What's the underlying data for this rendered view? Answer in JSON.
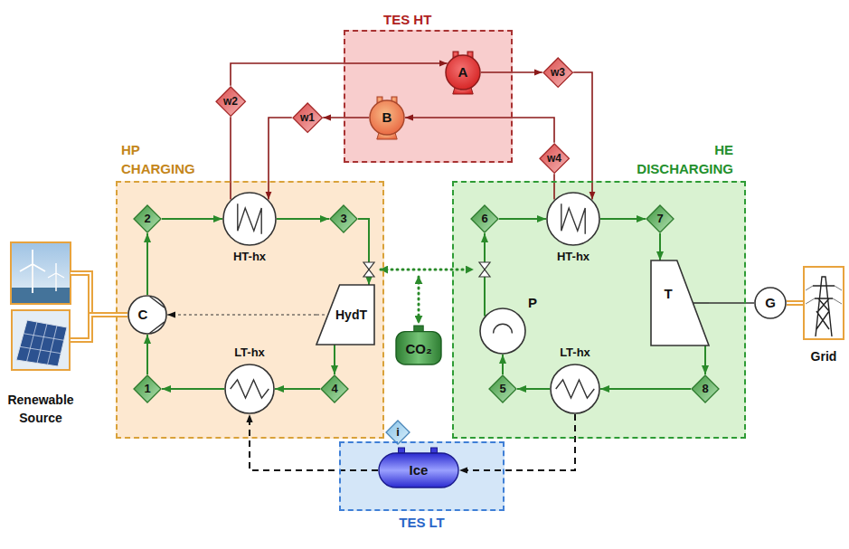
{
  "diagram": {
    "nodes": [
      {
        "text": [
          "TES HT"
        ]
      },
      {
        "text": [
          "A"
        ],
        "in": 0
      },
      {
        "text": [
          "B"
        ],
        "in": 0
      },
      {
        "text": [
          "w2"
        ]
      },
      {
        "text": [
          "w1"
        ]
      },
      {
        "text": [
          "w3"
        ]
      },
      {
        "text": [
          "w4"
        ]
      },
      {
        "text": [
          "HP CHARGING"
        ]
      },
      {
        "text": [
          "2"
        ],
        "in": 7
      },
      {
        "text": [
          "HT-hx"
        ],
        "in": 7
      },
      {
        "text": [
          "3"
        ],
        "in": 7
      },
      {
        "text": [
          "C"
        ],
        "in": 7
      },
      {
        "text": [
          "HydT"
        ],
        "in": 7
      },
      {
        "text": [
          "1"
        ],
        "in": 7
      },
      {
        "text": [
          "LT-hx"
        ],
        "in": 7
      },
      {
        "text": [
          "4"
        ],
        "in": 7
      },
      {
        "text": [
          "CO₂"
        ]
      },
      {
        "text": [
          "HE DISCHARGING"
        ]
      },
      {
        "text": [
          "6"
        ],
        "in": 17
      },
      {
        "text": [
          "HT-hx"
        ],
        "in": 17
      },
      {
        "text": [
          "7"
        ],
        "in": 17
      },
      {
        "text": [
          "P"
        ],
        "in": 17
      },
      {
        "text": [
          "T"
        ],
        "in": 17
      },
      {
        "text": [
          "5"
        ],
        "in": 17
      },
      {
        "text": [
          "LT-hx"
        ],
        "in": 17
      },
      {
        "text": [
          "8"
        ],
        "in": 17
      },
      {
        "text": [
          "Renewable Source"
        ]
      },
      {
        "text": [
          "G"
        ]
      },
      {
        "text": [
          "Grid"
        ]
      },
      {
        "text": [
          "i"
        ]
      },
      {
        "text": [
          "TES LT"
        ]
      },
      {
        "text": [
          "Ice"
        ],
        "in": 30
      }
    ],
    "edges": [
      {
        "from": 2,
        "to": 4,
        "arrow": "to"
      },
      {
        "from": 4,
        "to": 9,
        "arrow": "to"
      },
      {
        "from": 9,
        "to": 3,
        "arrow": "none"
      },
      {
        "from": 3,
        "to": 1,
        "arrow": "to"
      },
      {
        "from": 1,
        "to": 5,
        "arrow": "to"
      },
      {
        "from": 5,
        "to": 19,
        "arrow": "to"
      },
      {
        "from": 19,
        "to": 6,
        "arrow": "none"
      },
      {
        "from": 6,
        "to": 2,
        "arrow": "to"
      },
      {
        "from": 13,
        "to": 11,
        "arrow": "to"
      },
      {
        "from": 11,
        "to": 8,
        "arrow": "to"
      },
      {
        "from": 8,
        "to": 9,
        "arrow": "to"
      },
      {
        "from": 9,
        "to": 10,
        "arrow": "to"
      },
      {
        "from": 10,
        "to": 12,
        "arrow": "to"
      },
      {
        "from": 12,
        "to": 15,
        "arrow": "to"
      },
      {
        "from": 15,
        "to": 14,
        "arrow": "to"
      },
      {
        "from": 14,
        "to": 13,
        "arrow": "to"
      },
      {
        "from": 12,
        "to": 11,
        "arrow": "to"
      },
      {
        "from": 26,
        "to": 11,
        "arrow": "none"
      },
      {
        "from": 23,
        "to": 21,
        "arrow": "to"
      },
      {
        "from": 21,
        "to": 18,
        "arrow": "to"
      },
      {
        "from": 18,
        "to": 19,
        "arrow": "to"
      },
      {
        "from": 19,
        "to": 20,
        "arrow": "to"
      },
      {
        "from": 20,
        "to": 22,
        "arrow": "to"
      },
      {
        "from": 22,
        "to": 25,
        "arrow": "to"
      },
      {
        "from": 25,
        "to": 24,
        "arrow": "to"
      },
      {
        "from": 24,
        "to": 23,
        "arrow": "to"
      },
      {
        "from": 22,
        "to": 27,
        "arrow": "none"
      },
      {
        "from": 27,
        "to": 28,
        "arrow": "none"
      },
      {
        "from": 24,
        "to": 31,
        "arrow": "to"
      },
      {
        "from": 31,
        "to": 14,
        "arrow": "to"
      }
    ]
  }
}
